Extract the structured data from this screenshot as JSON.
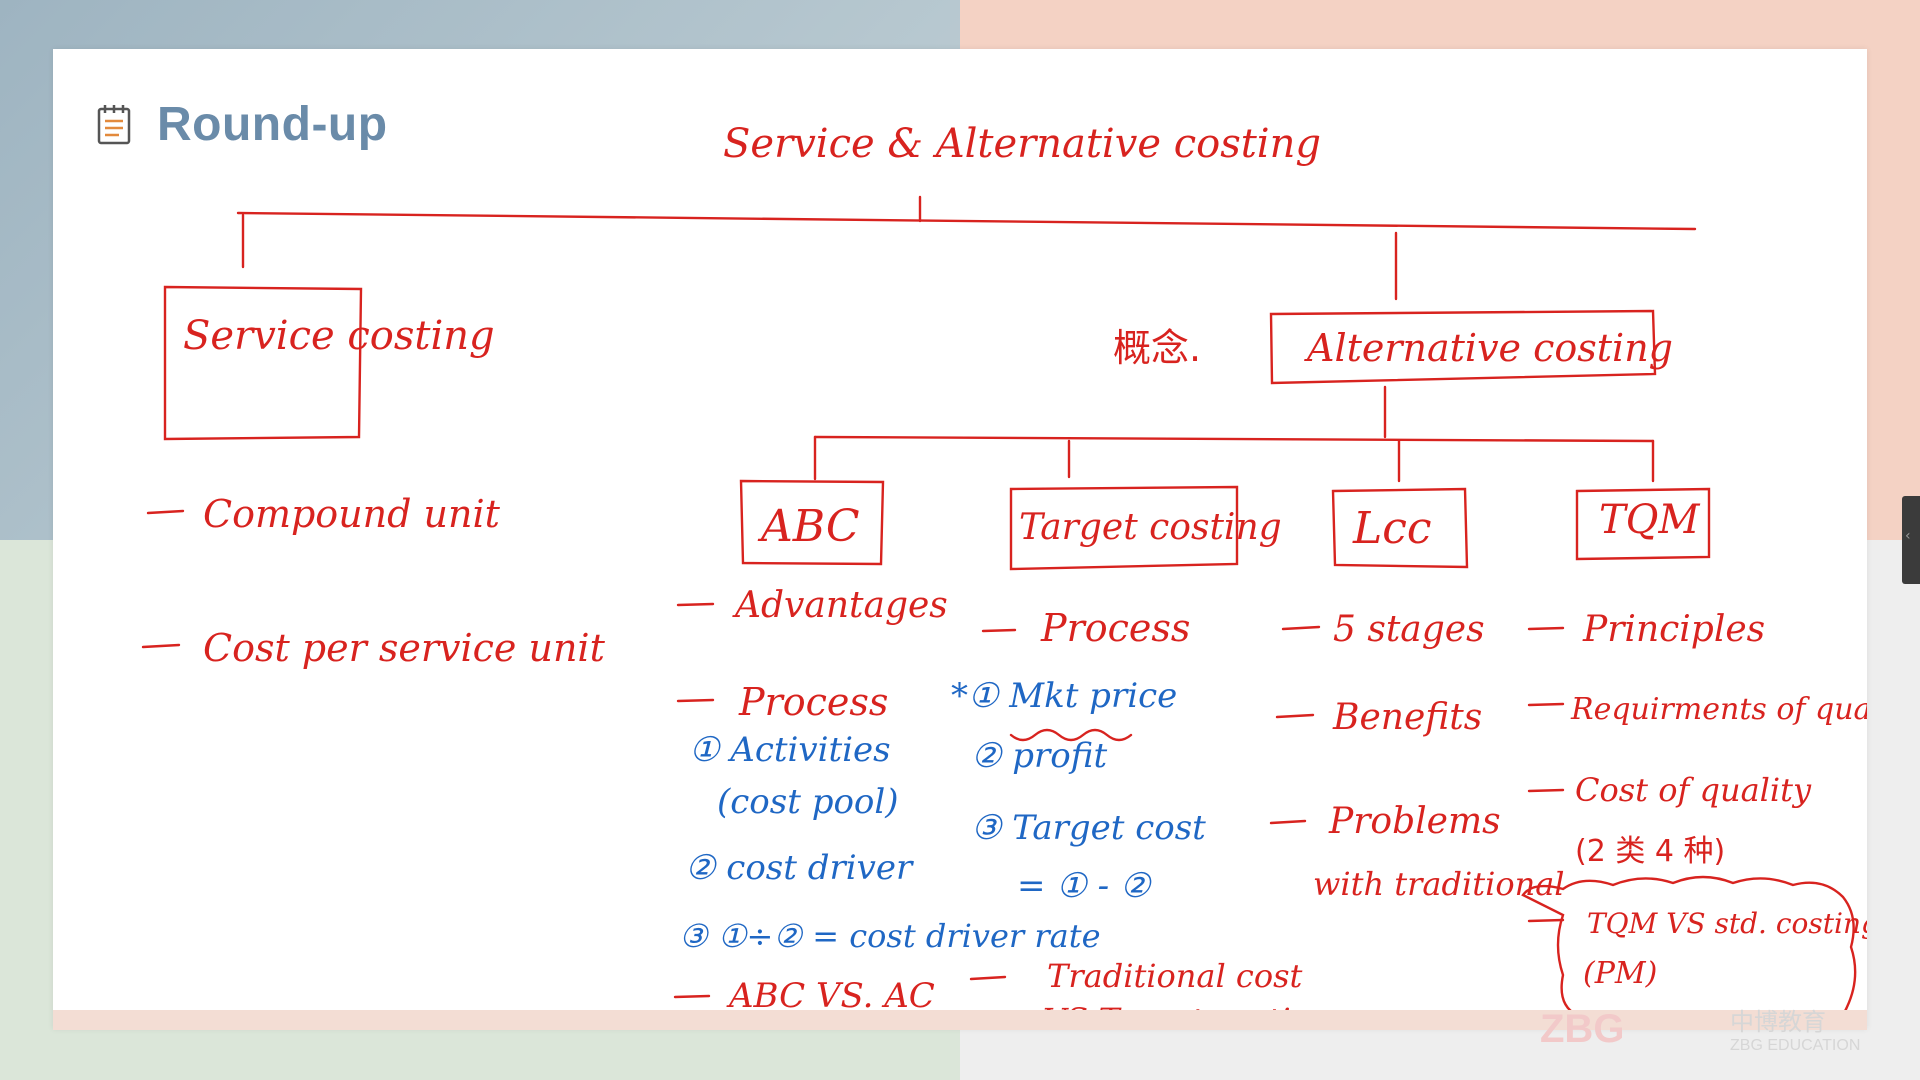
{
  "slide": {
    "title": "Round-up"
  },
  "diagram": {
    "root": "Service & Alternative costing",
    "service_box": "Service costing",
    "service_items": [
      "Compound unit",
      "Cost per service unit"
    ],
    "concept_note": "概念.",
    "alt_box": "Alternative costing",
    "abc": {
      "box": "ABC",
      "items": [
        "Advantages",
        "Process"
      ],
      "steps": [
        "① Activities",
        "(cost pool)",
        "② cost driver",
        "③ ①÷② = cost driver rate"
      ],
      "last": "ABC VS. AC"
    },
    "target": {
      "box": "Target costing",
      "items": [
        "Process"
      ],
      "steps": [
        "*① Mkt price",
        "② profit",
        "③ Target cost",
        "= ① - ②"
      ],
      "last": "Traditional cost",
      "last2": "VS Target costing"
    },
    "lcc": {
      "box": "Lcc",
      "items": [
        "5 stages",
        "Benefits",
        "Problems",
        "with traditional"
      ]
    },
    "tqm": {
      "box": "TQM",
      "items": [
        "Principles",
        "Requirments of quality",
        "Cost of quality",
        "(2 类 4 种)",
        "TQM VS std. costing",
        "(PM)"
      ]
    }
  },
  "watermark": {
    "brand": "ZBG",
    "cn": "中博教育",
    "en": "ZBG EDUCATION"
  },
  "colors": {
    "ink_red": "#d8231f",
    "ink_blue": "#1f67c4",
    "title": "#6a8ba9"
  }
}
